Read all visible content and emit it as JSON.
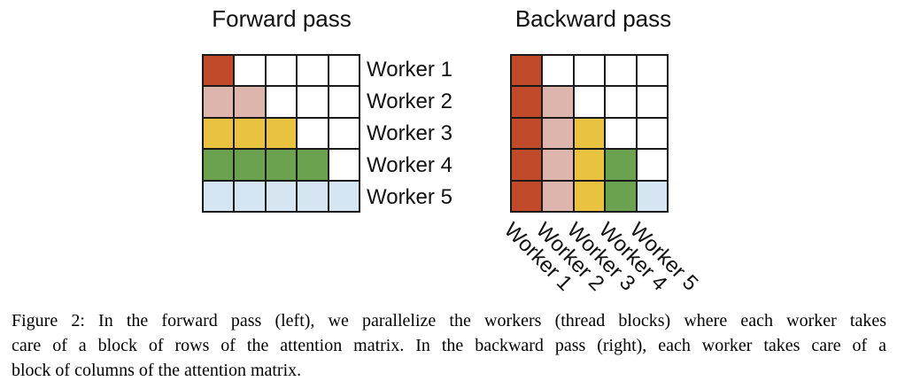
{
  "colors": {
    "worker_colors": [
      "#c14a2b",
      "#ddb5ac",
      "#e9c340",
      "#6ba24f",
      "#d6e5f2"
    ],
    "empty_cell": "#ffffff",
    "grid_line": "#1a1a1a"
  },
  "forward": {
    "title": "Forward pass",
    "row_labels": [
      "Worker 1",
      "Worker 2",
      "Worker 3",
      "Worker 4",
      "Worker 5"
    ],
    "cells": [
      [
        1,
        0,
        0,
        0,
        0
      ],
      [
        2,
        2,
        0,
        0,
        0
      ],
      [
        3,
        3,
        3,
        0,
        0
      ],
      [
        4,
        4,
        4,
        4,
        0
      ],
      [
        5,
        5,
        5,
        5,
        5
      ]
    ]
  },
  "backward": {
    "title": "Backward pass",
    "col_labels": [
      "Worker 1",
      "Worker 2",
      "Worker 3",
      "Worker 4",
      "Worker 5"
    ],
    "cells": [
      [
        1,
        0,
        0,
        0,
        0
      ],
      [
        1,
        2,
        0,
        0,
        0
      ],
      [
        1,
        2,
        3,
        0,
        0
      ],
      [
        1,
        2,
        3,
        4,
        0
      ],
      [
        1,
        2,
        3,
        4,
        5
      ]
    ]
  },
  "caption": {
    "lines": [
      "Figure 2: In the forward pass (left), we parallelize the workers (thread blocks) where each worker takes",
      "care of a block of rows of the attention matrix. In the backward pass (right), each worker takes care of a",
      "block of columns of the attention matrix."
    ]
  }
}
